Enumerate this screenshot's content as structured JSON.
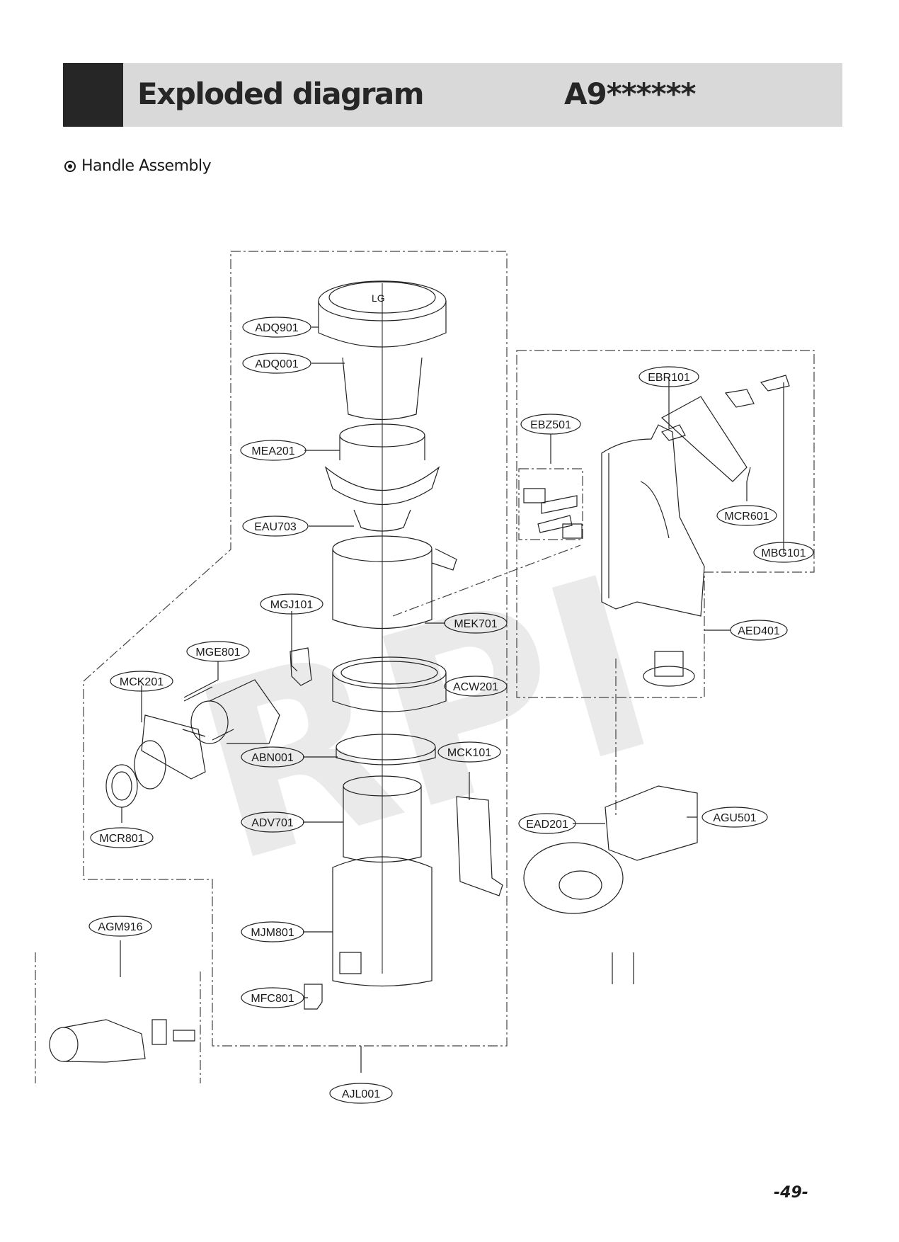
{
  "header": {
    "title": "Exploded diagram",
    "model": "A9******"
  },
  "section": {
    "title": "Handle Assembly"
  },
  "page_number": "-49-",
  "watermark": "RPI",
  "part_labels": {
    "ADQ901": "ADQ901",
    "ADQ001": "ADQ001",
    "MEA201": "MEA201",
    "EAU703": "EAU703",
    "MGJ101": "MGJ101",
    "MGE801": "MGE801",
    "MCK201": "MCK201",
    "MEK701": "MEK701",
    "ACW201": "ACW201",
    "ABN001": "ABN001",
    "MCK101": "MCK101",
    "ADV701": "ADV701",
    "MCR801": "MCR801",
    "MJM801": "MJM801",
    "MFC801": "MFC801",
    "AGM916": "AGM916",
    "AJL001": "AJL001",
    "EBR101": "EBR101",
    "EBZ501": "EBZ501",
    "MCR601": "MCR601",
    "MBG101": "MBG101",
    "AED401": "AED401",
    "EAD201": "EAD201",
    "AGU501": "AGU501"
  }
}
